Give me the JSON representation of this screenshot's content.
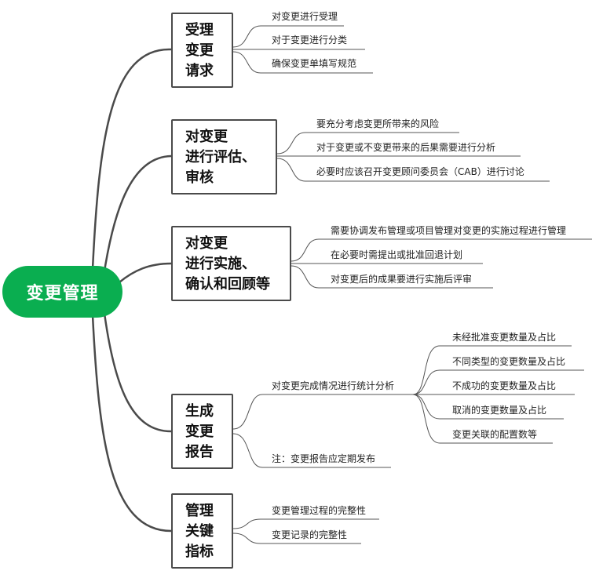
{
  "root": {
    "label": "变更管理",
    "color": "#0aae50"
  },
  "branches": [
    {
      "lines": [
        "受理",
        "变更",
        "请求"
      ],
      "items": [
        "对变更进行受理",
        "对于变更进行分类",
        "确保变更单填写规范"
      ]
    },
    {
      "lines": [
        "对变更",
        "进行评估、",
        "审核"
      ],
      "items": [
        "要充分考虑变更所带来的风险",
        "对于变更或不变更带来的后果需要进行分析",
        "必要时应该召开变更顾问委员会（CAB）进行讨论"
      ]
    },
    {
      "lines": [
        "对变更",
        "进行实施、",
        "确认和回顾等"
      ],
      "items": [
        "需要协调发布管理或项目管理对变更的实施过程进行管理",
        "在必要时需提出或批准回退计划",
        "对变更后的成果要进行实施后评审"
      ]
    },
    {
      "lines": [
        "生成",
        "变更",
        "报告"
      ],
      "items": [
        "对变更完成情况进行统计分析",
        "注：变更报告应定期发布"
      ],
      "subitems": [
        "未经批准变更数量及占比",
        "不同类型的变更数量及占比",
        "不成功的变更数量及占比",
        "取消的变更数量及占比",
        "变更关联的配置数等"
      ]
    },
    {
      "lines": [
        "管理",
        "关键",
        "指标"
      ],
      "items": [
        "变更管理过程的完整性",
        "变更记录的完整性"
      ]
    }
  ]
}
